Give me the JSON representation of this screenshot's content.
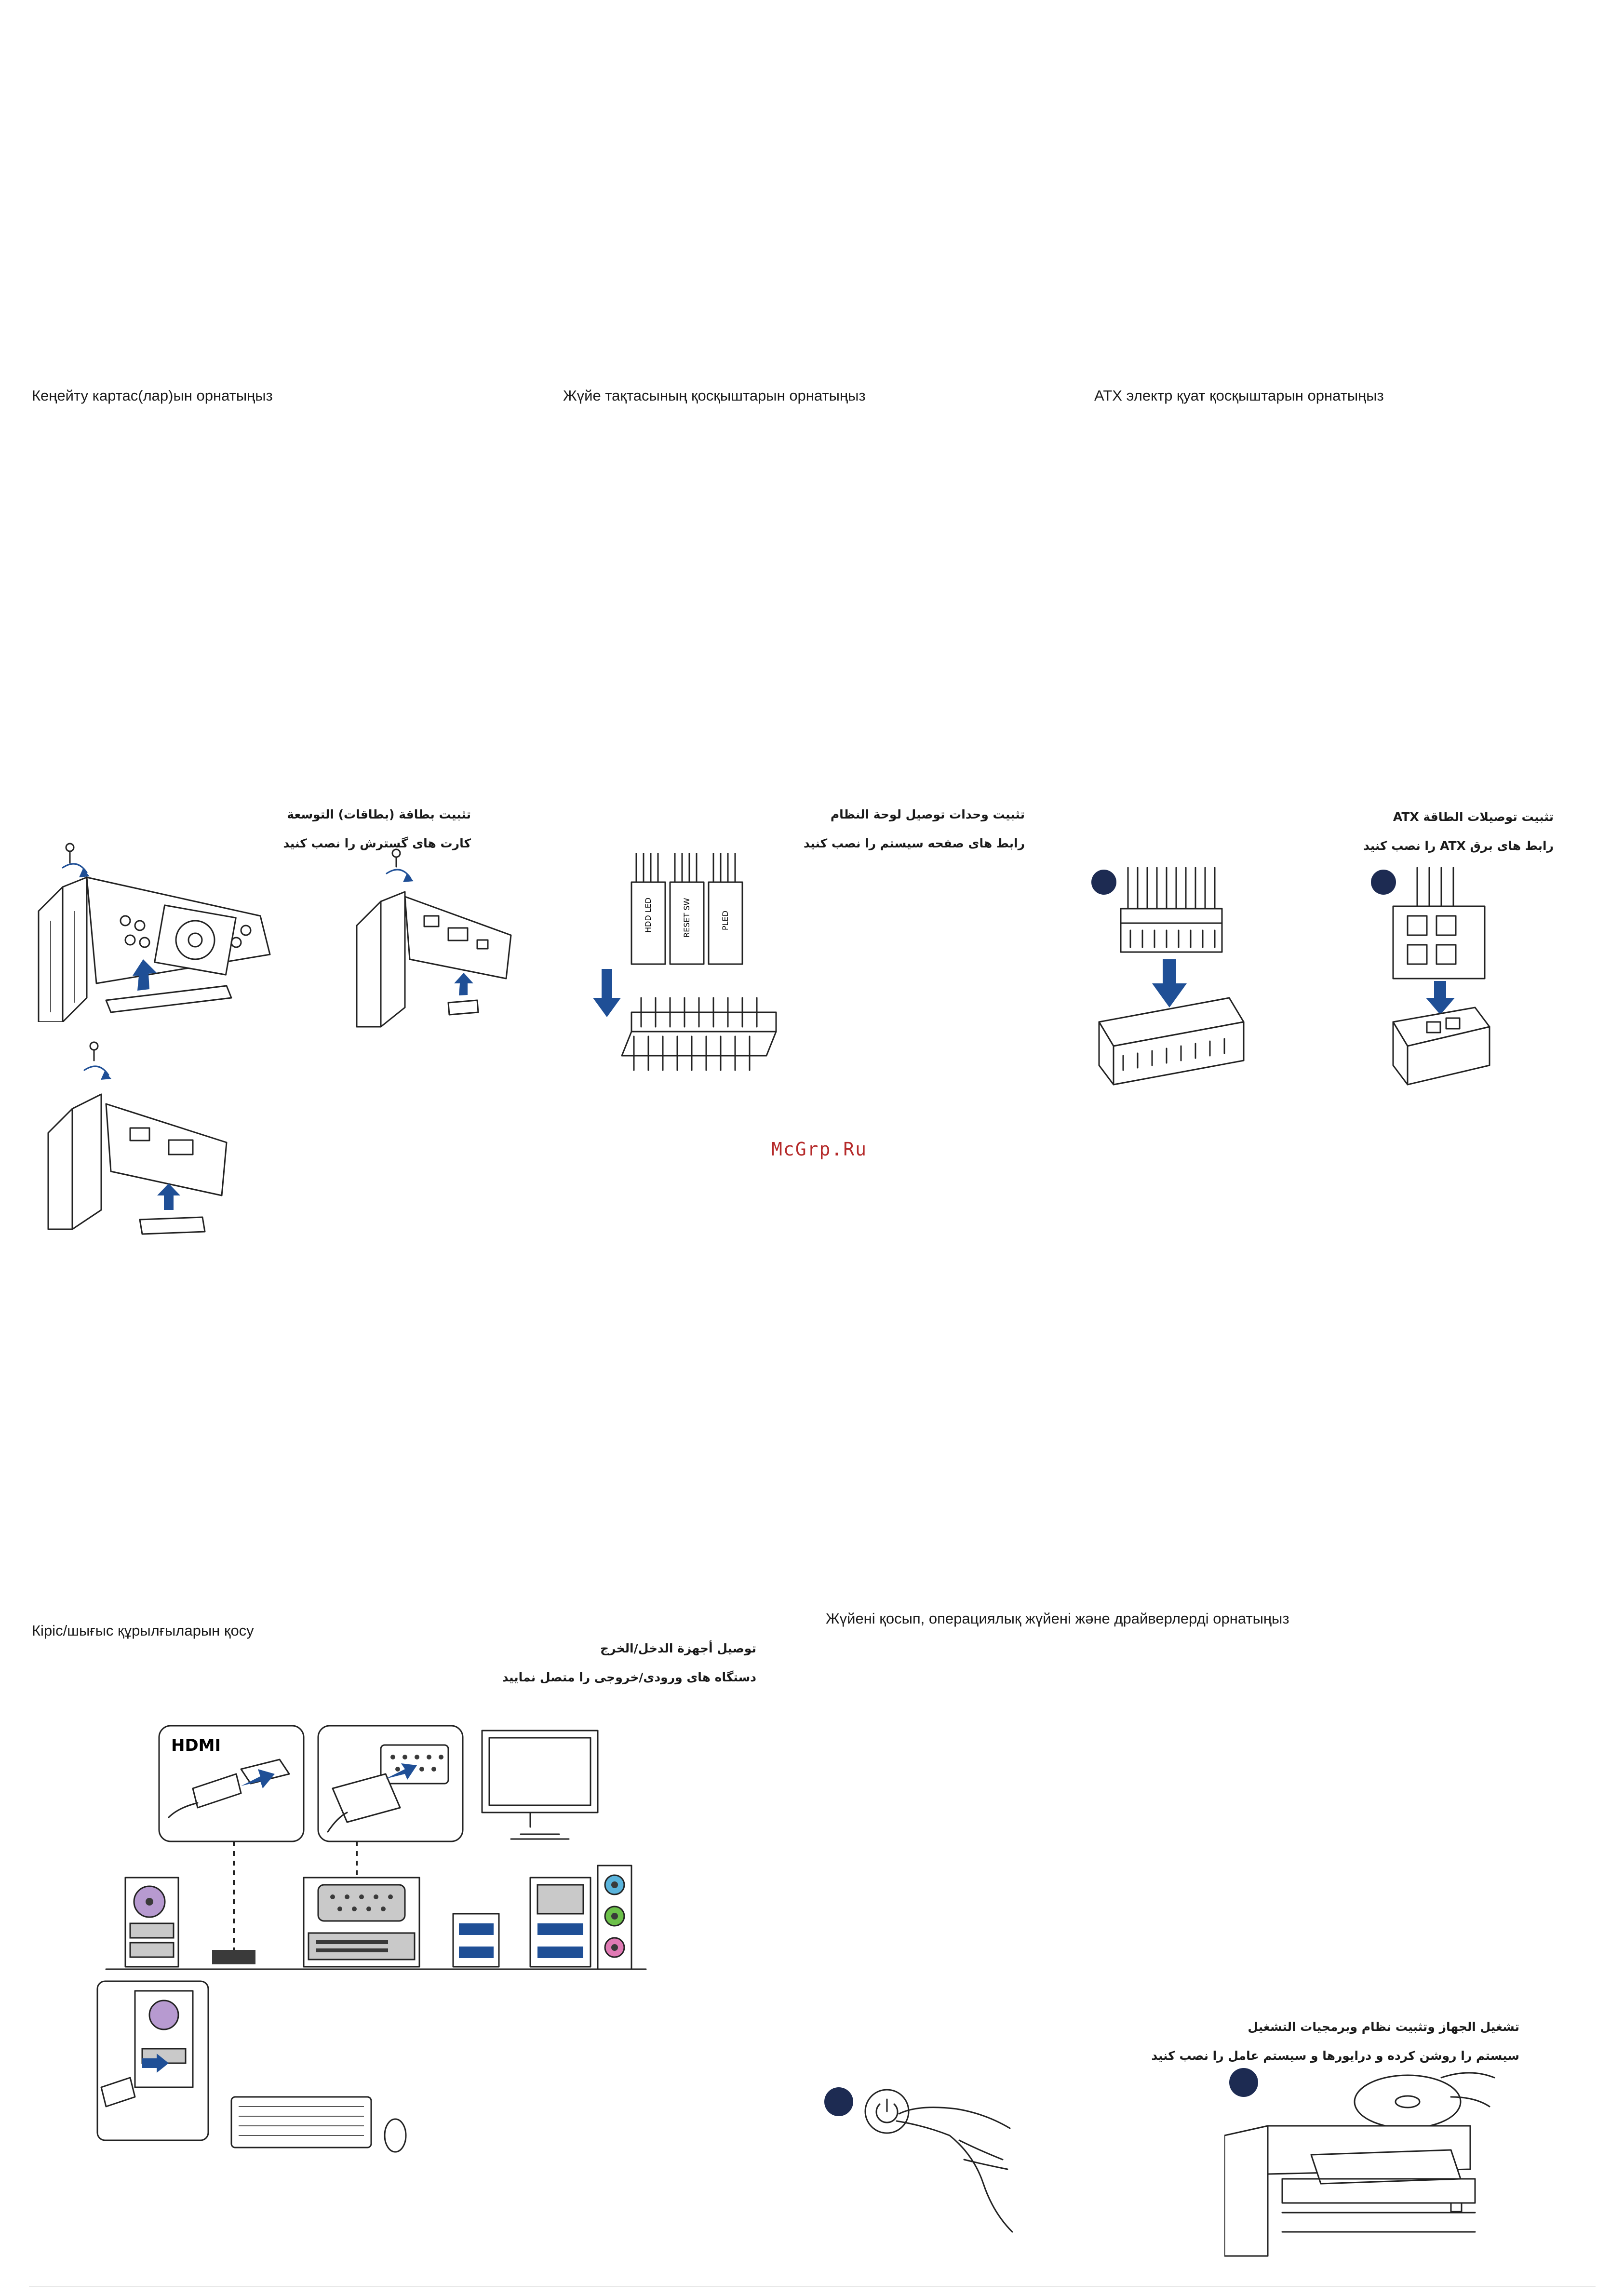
{
  "sections": {
    "expansion": {
      "title": "Кеңейту картас(лар)ын орнатыңыз",
      "ar_title": "تثبيت بطاقة (بطاقات) التوسعة",
      "fa_title": "کارت های گسترش را نصب کنید"
    },
    "panel": {
      "title": "Жүйе тақтасының қосқыштарын орнатыңыз",
      "ar_title": "تثبيت وحدات توصيل لوحة النظام",
      "fa_title": "رابط های صفحه سیستم را نصب کنید",
      "labels": [
        "HDD LED",
        "RESET SW",
        "PLED"
      ]
    },
    "atx": {
      "title": "ATX электр қуат қосқыштарын орнатыңыз",
      "ar_title": "تثبيت توصيلات الطاقة ATX",
      "fa_title": "رابط های برق ATX را نصب کنید"
    },
    "io": {
      "title": "Кіріс/шығыс құрылғыларын қосу",
      "ar_title": "توصيل أجهزة الدخل/الخرج",
      "fa_title": "دستگاه های ورودی/خروجی را متصل نمایید",
      "hdmi_logo": "HDMI"
    },
    "power_on": {
      "title": "Жүйені қосып, операциялық жүйені және драйверлерді орнатыңыз",
      "ar_title": "تشغيل الجهاز وتثبيت نظام وبرمجيات التشغيل",
      "fa_title": "سیستم را روشن کرده و درایورها و سیستم عامل را نصب کنید"
    }
  },
  "watermark": "McGrp.Ru",
  "colors": {
    "accent_blue": "#1f4f96",
    "badge": "#1d2b52",
    "watermark": "#b52a2a"
  }
}
